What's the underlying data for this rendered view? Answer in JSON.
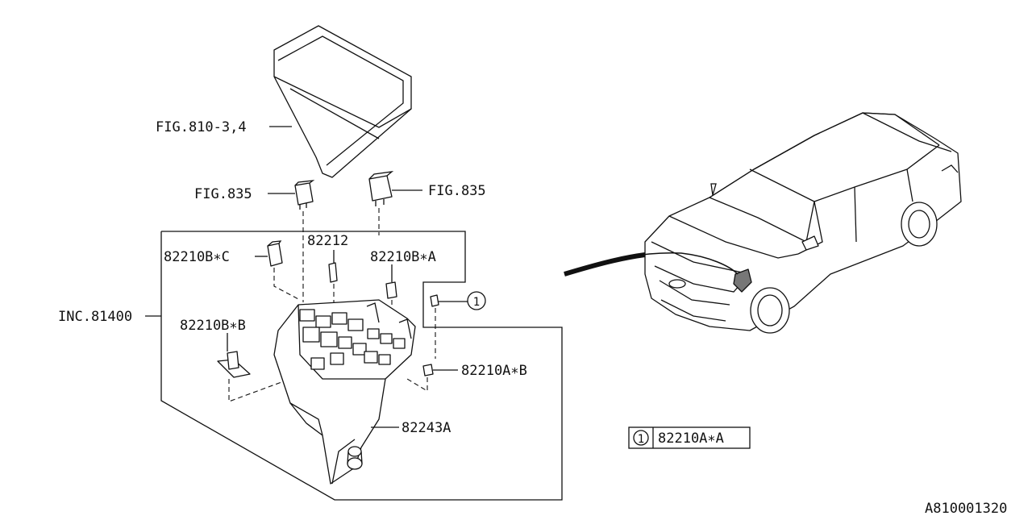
{
  "labels": {
    "fig810": "FIG.810-3,4",
    "fig835_left": "FIG.835",
    "fig835_right": "FIG.835",
    "p82210bc": "82210B∗C",
    "p82212": "82212",
    "p82210ba": "82210B∗A",
    "inc81400": "INC.81400",
    "p82210bb": "82210B∗B",
    "callout1": "1",
    "p82210ab": "82210A∗B",
    "p82243a": "82243A"
  },
  "legend": {
    "number": "1",
    "part": "82210A∗A"
  },
  "diagram_id": "A810001320"
}
